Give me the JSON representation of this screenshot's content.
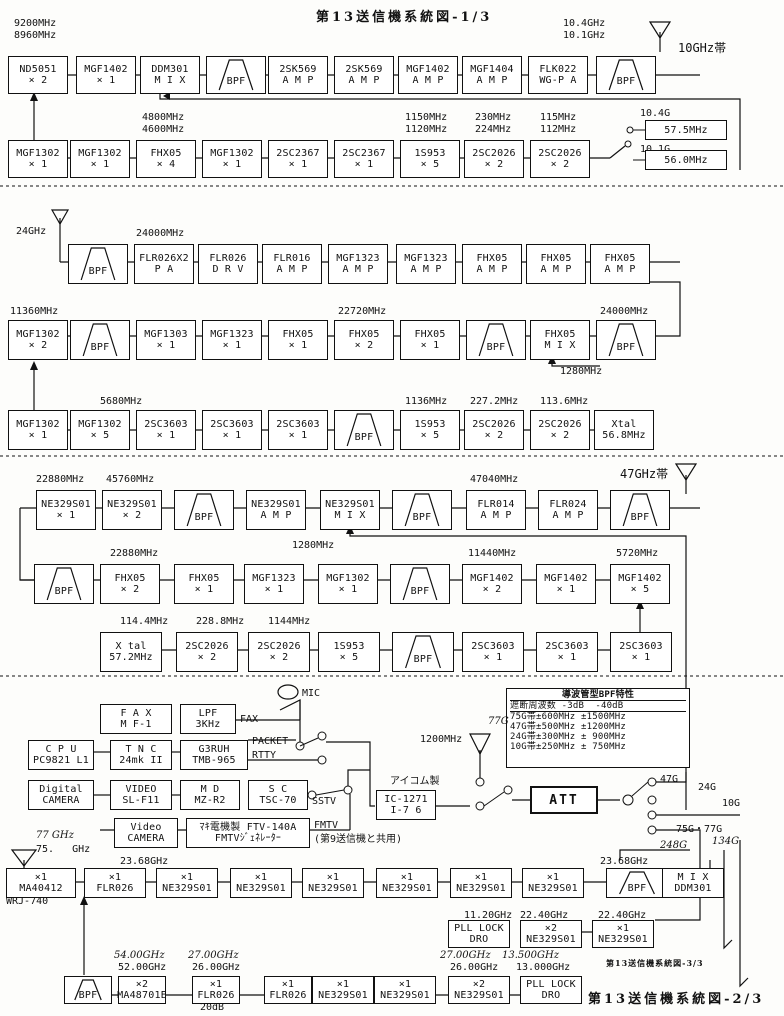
{
  "title_top": "第13送信機系統図-1/3",
  "title_bottom": "第13送信機系統図-2/3",
  "title_small": "第13送信機系統図-3/3",
  "sec1": {
    "band_label": "10GHz帯",
    "freqs": {
      "f9200": "9200MHz",
      "f8960": "8960MHz",
      "f104": "10.4GHz",
      "f101": "10.1GHz",
      "f4800": "4800MHz",
      "f4600": "4600MHz",
      "f1150": "1150MHz",
      "f1120": "1120MHz",
      "f230": "230MHz",
      "f224": "224MHz",
      "f115": "115MHz",
      "f112": "112MHz",
      "sw104": "10.4G",
      "sw101": "10.1G"
    },
    "row1": [
      {
        "l1": "ND5051",
        "l2": "× 2"
      },
      {
        "l1": "MGF1402",
        "l2": "× 1"
      },
      {
        "l1": "DDM301",
        "l2": "M I X"
      },
      {
        "l1": "BPF",
        "l2": ""
      },
      {
        "l1": "2SK569",
        "l2": "A M P"
      },
      {
        "l1": "2SK569",
        "l2": "A M P"
      },
      {
        "l1": "MGF1402",
        "l2": "A M P"
      },
      {
        "l1": "MGF1404",
        "l2": "A M P"
      },
      {
        "l1": "FLK022",
        "l2": "WG-P A"
      },
      {
        "l1": "BPF",
        "l2": ""
      }
    ],
    "row2": [
      {
        "l1": "MGF1302",
        "l2": "× 1"
      },
      {
        "l1": "MGF1302",
        "l2": "× 1"
      },
      {
        "l1": "FHX05",
        "l2": "× 4"
      },
      {
        "l1": "MGF1302",
        "l2": "× 1"
      },
      {
        "l1": "2SC2367",
        "l2": "× 1"
      },
      {
        "l1": "2SC2367",
        "l2": "× 1"
      },
      {
        "l1": "1S953",
        "l2": "× 5"
      },
      {
        "l1": "2SC2026",
        "l2": "× 2"
      },
      {
        "l1": "2SC2026",
        "l2": "× 2"
      }
    ],
    "xtal_a": "57.5MHz",
    "xtal_b": "56.0MHz"
  },
  "sec2": {
    "ant_freq": "24GHz",
    "freqs": {
      "f24000a": "24000MHz",
      "f11360": "11360MHz",
      "f22720": "22720MHz",
      "f24000b": "24000MHz",
      "f1280": "1280MHz",
      "f5680": "5680MHz",
      "f1136": "1136MHz",
      "f2272": "227.2MHz",
      "f1136b": "113.6MHz"
    },
    "row1": [
      {
        "l1": "BPF",
        "l2": ""
      },
      {
        "l1": "FLR026X2",
        "l2": "P A"
      },
      {
        "l1": "FLR026",
        "l2": "D R V"
      },
      {
        "l1": "FLR016",
        "l2": "A M P"
      },
      {
        "l1": "MGF1323",
        "l2": "A M P"
      },
      {
        "l1": "MGF1323",
        "l2": "A M P"
      },
      {
        "l1": "FHX05",
        "l2": "A M P"
      },
      {
        "l1": "FHX05",
        "l2": "A M P"
      },
      {
        "l1": "FHX05",
        "l2": "A M P"
      }
    ],
    "row2": [
      {
        "l1": "MGF1302",
        "l2": "× 2"
      },
      {
        "l1": "BPF",
        "l2": ""
      },
      {
        "l1": "MGF1303",
        "l2": "× 1"
      },
      {
        "l1": "MGF1323",
        "l2": "× 1"
      },
      {
        "l1": "FHX05",
        "l2": "× 1"
      },
      {
        "l1": "FHX05",
        "l2": "× 2"
      },
      {
        "l1": "FHX05",
        "l2": "× 1"
      },
      {
        "l1": "BPF",
        "l2": ""
      },
      {
        "l1": "FHX05",
        "l2": "M I X"
      },
      {
        "l1": "BPF",
        "l2": ""
      }
    ],
    "row3": [
      {
        "l1": "MGF1302",
        "l2": "× 1"
      },
      {
        "l1": "MGF1302",
        "l2": "× 5"
      },
      {
        "l1": "2SC3603",
        "l2": "× 1"
      },
      {
        "l1": "2SC3603",
        "l2": "× 1"
      },
      {
        "l1": "2SC3603",
        "l2": "× 1"
      },
      {
        "l1": "BPF",
        "l2": ""
      },
      {
        "l1": "1S953",
        "l2": "× 5"
      },
      {
        "l1": "2SC2026",
        "l2": "× 2"
      },
      {
        "l1": "2SC2026",
        "l2": "× 2"
      },
      {
        "l1": "Xtal",
        "l2": "56.8MHz"
      }
    ]
  },
  "sec3": {
    "band_label": "47GHz帯",
    "freqs": {
      "f22880": "22880MHz",
      "f45760": "45760MHz",
      "f47040": "47040MHz",
      "f1280": "1280MHz",
      "f22880b": "22880MHz",
      "f11440": "11440MHz",
      "f5720": "5720MHz",
      "f1144": "114.4MHz",
      "f2288": "228.8MHz",
      "f1144b": "1144MHz"
    },
    "row1": [
      {
        "l1": "NE329S01",
        "l2": "× 1"
      },
      {
        "l1": "NE329S01",
        "l2": "× 2"
      },
      {
        "l1": "BPF",
        "l2": ""
      },
      {
        "l1": "NE329S01",
        "l2": "A M P"
      },
      {
        "l1": "NE329S01",
        "l2": "M I X"
      },
      {
        "l1": "BPF",
        "l2": ""
      },
      {
        "l1": "FLR014",
        "l2": "A M P"
      },
      {
        "l1": "FLR024",
        "l2": "A M P"
      },
      {
        "l1": "BPF",
        "l2": ""
      }
    ],
    "row2": [
      {
        "l1": "BPF",
        "l2": ""
      },
      {
        "l1": "FHX05",
        "l2": "× 2"
      },
      {
        "l1": "FHX05",
        "l2": "× 1"
      },
      {
        "l1": "MGF1323",
        "l2": "× 1"
      },
      {
        "l1": "MGF1302",
        "l2": "× 1"
      },
      {
        "l1": "BPF",
        "l2": ""
      },
      {
        "l1": "MGF1402",
        "l2": "× 2"
      },
      {
        "l1": "MGF1402",
        "l2": "× 1"
      },
      {
        "l1": "MGF1402",
        "l2": "× 5"
      }
    ],
    "row3": [
      {
        "l1": "X tal",
        "l2": "57.2MHz"
      },
      {
        "l1": "2SC2026",
        "l2": "× 2"
      },
      {
        "l1": "2SC2026",
        "l2": "× 2"
      },
      {
        "l1": "1S953",
        "l2": "× 5"
      },
      {
        "l1": "BPF",
        "l2": ""
      },
      {
        "l1": "2SC3603",
        "l2": "× 1"
      },
      {
        "l1": "2SC3603",
        "l2": "× 1"
      },
      {
        "l1": "2SC3603",
        "l2": "× 1"
      }
    ]
  },
  "sec4": {
    "mic": "MIC",
    "fax_label": "FAX",
    "packet_label": "PACKET",
    "rtty_label": "RTTY",
    "sstv_label": "SSTV",
    "fmtv_label": "FMTV",
    "fmtv_note": "(第9送信機と共用)",
    "ant_freq": "1200MHz",
    "icom": "アイコム製",
    "att": "ATT",
    "sw_labels": {
      "g47": "47G",
      "g24": "24G",
      "g10": "10G",
      "g75": "75G・77G",
      "g248": "248G",
      "g134": "134G"
    },
    "sources": [
      {
        "l1": "F A X",
        "l2": "M F-1"
      },
      {
        "l1": "C P U",
        "l2": "PC9821 L1"
      },
      {
        "l1": "Digital",
        "l2": "CAMERA"
      },
      {
        "l1": "Video",
        "l2": "CAMERA"
      }
    ],
    "mid": [
      {
        "l1": "LPF",
        "l2": "3KHz"
      },
      {
        "l1": "T N C",
        "l2": "24mk II"
      },
      {
        "l1": "VIDEO",
        "l2": "SL-F11"
      },
      {
        "l1": "M D",
        "l2": "MZ-R2"
      }
    ],
    "right": [
      {
        "l1": "G3RUH",
        "l2": "TMB-965"
      },
      {
        "l1": "S C",
        "l2": "TSC-70"
      }
    ],
    "fmtv_box": {
      "l1": "ﾏｷ電機製 FTV-140A",
      "l2": "FMTVｼﾞｪﾈﾚｰﾀｰ"
    },
    "rig": {
      "l1": "IC-1271",
      "l2": "I-7 6"
    },
    "bpf_table": {
      "title": "導波管型BPF特性",
      "header": "遮断周波数 -3dB  -40dB",
      "rows": [
        "75G帯±600MHz ±1500MHz",
        "47G帯±500MHz ±1200MHz",
        "24G帯±300MHz ± 900MHz",
        "10G帯±250MHz ± 750MHz"
      ],
      "hand_note": "77G"
    }
  },
  "sec5": {
    "hand_77": "77 GHz",
    "band_75": "75.   GHz",
    "ant_name": "WRJ-740",
    "freqs": {
      "f2368a": "23.68GHz",
      "f2368b": "23.68GHz",
      "f1120": "11.20GHz",
      "f2240a": "22.40GHz",
      "f2240b": "22.40GHz",
      "f52": "52.00GHz",
      "f26": "26.00GHz",
      "f26b": "26.00GHz",
      "f13": "13.000GHz",
      "gain": "20dB"
    },
    "hand": {
      "h54": "54.00GHz",
      "h27": "27.00GHz",
      "h27b": "27.00GHz",
      "h135": "13.500GHz"
    },
    "row1": [
      {
        "l1": "×1",
        "l2": "MA40412"
      },
      {
        "l1": "×1",
        "l2": "FLR026"
      },
      {
        "l1": "×1",
        "l2": "NE329S01"
      },
      {
        "l1": "×1",
        "l2": "NE329S01"
      },
      {
        "l1": "×1",
        "l2": "NE329S01"
      },
      {
        "l1": "×1",
        "l2": "NE329S01"
      },
      {
        "l1": "×1",
        "l2": "NE329S01"
      },
      {
        "l1": "×1",
        "l2": "NE329S01"
      },
      {
        "l1": "BPF",
        "l2": ""
      },
      {
        "l1": "M I X",
        "l2": "DDM301"
      }
    ],
    "pll_a": {
      "l1": "PLL LOCK",
      "l2": "DRO"
    },
    "pll_b": {
      "l1": "PLL LOCK",
      "l2": "DRO"
    },
    "mul": [
      {
        "l1": "×2",
        "l2": "NE329S01"
      },
      {
        "l1": "×1",
        "l2": "NE329S01"
      }
    ],
    "row3": [
      {
        "l1": "BPF",
        "l2": ""
      },
      {
        "l1": "×2",
        "l2": "MA48701E"
      },
      {
        "l1": "×1",
        "l2": "FLR026"
      },
      {
        "l1": "×1",
        "l2": "FLR026"
      },
      {
        "l1": "×1",
        "l2": "NE329S01"
      },
      {
        "l1": "×1",
        "l2": "NE329S01"
      },
      {
        "l1": "×2",
        "l2": "NE329S01"
      }
    ]
  }
}
